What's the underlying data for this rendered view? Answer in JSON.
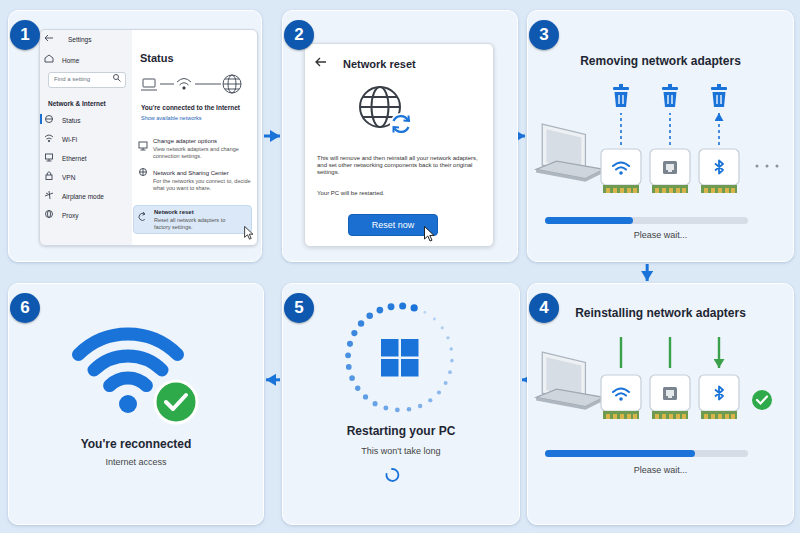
{
  "diagram": {
    "nodes": [
      {
        "text": [
          "1"
        ]
      },
      {
        "text": [
          "Settings",
          "Home",
          "Network & Internet",
          "Status",
          "Wi-Fi",
          "Ethernet",
          "VPN",
          "Airplane mode",
          "Proxy",
          "Status",
          "You're connected to the Internet",
          "Show available networks",
          "Change adapter options",
          "View network adapters and change connection settings.",
          "Network and Sharing Center",
          "For the networks you connect to, decide what you want to share."
        ],
        "in": 0
      },
      {
        "text": [
          "Find a setting"
        ],
        "in": 1
      },
      {
        "text": [
          "Network reset",
          "Reset all network adapters to factory settings."
        ],
        "in": 1
      },
      {
        "text": [
          "2"
        ]
      },
      {
        "text": [
          "Network reset",
          "This will remove and then reinstall all your network adapters, and set other networking components back to their original settings.",
          "Your PC will be restarted."
        ],
        "in": 4
      },
      {
        "text": [
          "Reset now"
        ],
        "in": 5
      },
      {
        "text": [
          "3",
          "Removing network adapters",
          "Please wait..."
        ]
      },
      {
        "text": [
          "4",
          "Reinstalling network adapters",
          "Please wait..."
        ]
      },
      {
        "text": [
          "5",
          "Restarting your PC",
          "This won't take long"
        ]
      },
      {
        "text": [
          "6",
          "You're reconnected",
          "Internet access"
        ]
      }
    ],
    "edges": [
      {
        "from": 0,
        "to": 4,
        "arrow": "to"
      },
      {
        "from": 4,
        "to": 7,
        "arrow": "to"
      },
      {
        "from": 7,
        "to": 8,
        "arrow": "to"
      },
      {
        "from": 8,
        "to": 9,
        "arrow": "to"
      },
      {
        "from": 9,
        "to": 10,
        "arrow": "to"
      }
    ]
  }
}
